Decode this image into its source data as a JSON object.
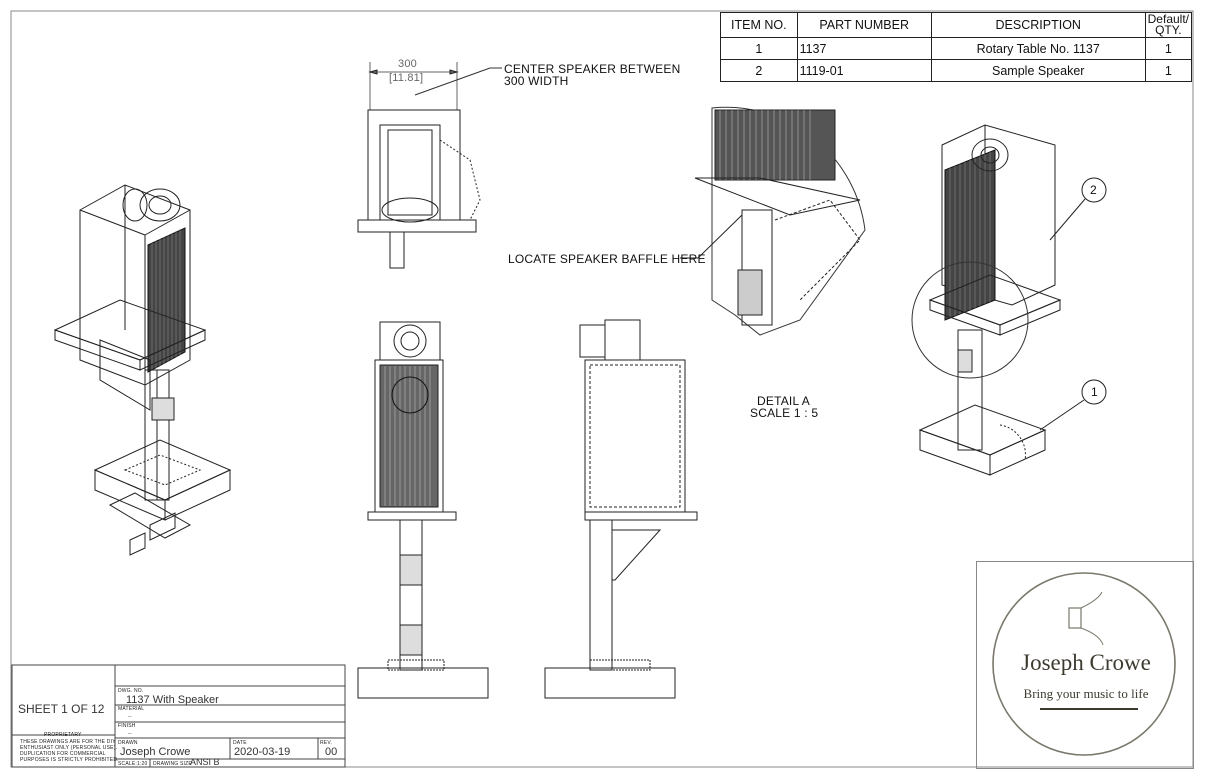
{
  "bom": {
    "headers": {
      "item": "ITEM NO.",
      "part": "PART NUMBER",
      "desc": "DESCRIPTION",
      "qty_line1": "Default/",
      "qty_line2": "QTY."
    },
    "rows": [
      {
        "item": "1",
        "part": "1137",
        "desc": "Rotary Table No. 1137",
        "qty": "1"
      },
      {
        "item": "2",
        "part": "1119-01",
        "desc": "Sample Speaker",
        "qty": "1"
      }
    ]
  },
  "annotations": {
    "dim_value": "300",
    "dim_value_alt": "[11.81]",
    "center_note_line1": "CENTER SPEAKER BETWEEN",
    "center_note_line2": "300 WIDTH",
    "baffle_note": "LOCATE SPEAKER BAFFLE HERE",
    "detail_label": "DETAIL A",
    "detail_scale": "SCALE 1 : 5",
    "balloon_1": "1",
    "balloon_2": "2"
  },
  "title_block": {
    "sheet": "SHEET 1 OF 12",
    "dwg_no_label": "DWG. NO.",
    "dwg_no": "1137 With Speaker",
    "material_label": "MATERIAL",
    "material": "--",
    "finish_label": "FINISH",
    "finish": "--",
    "proprietary_label": "PROPRIETARY",
    "proprietary_text_1": "THESE DRAWINGS ARE FOR THE DIY",
    "proprietary_text_2": "ENTHUSIAST ONLY (PERSONAL USE).",
    "proprietary_text_3": "DUPLICATION FOR COMMERCIAL",
    "proprietary_text_4": "PURPOSES IS STRICTLY PROHIBITED.",
    "drawn_label": "DRAWN",
    "drawn": "Joseph Crowe",
    "date_label": "DATE",
    "date": "2020-03-19",
    "rev_label": "REV.",
    "rev": "00",
    "scale": "SCALE:1:20",
    "drawing_size_label": "DRAWING SIZE",
    "drawing_size": "ANSI B"
  },
  "logo": {
    "name": "Joseph Crowe",
    "tagline": "Bring your music to life",
    "ring_color": "#7a776b",
    "text_color": "#3d3a30"
  }
}
